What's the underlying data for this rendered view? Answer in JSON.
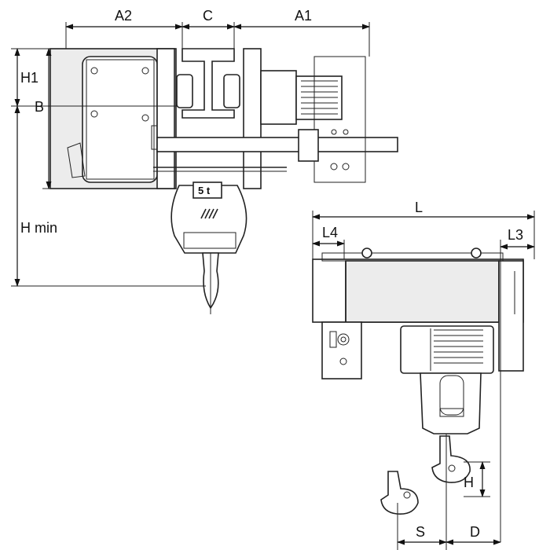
{
  "dimensions": {
    "a2": "A2",
    "c": "C",
    "a1": "A1",
    "h1": "H1",
    "b": "B",
    "h_min": "H min",
    "l": "L",
    "l4": "L4",
    "l3": "L3",
    "h": "H",
    "s": "S",
    "d": "D"
  },
  "plate_label": "5 t"
}
